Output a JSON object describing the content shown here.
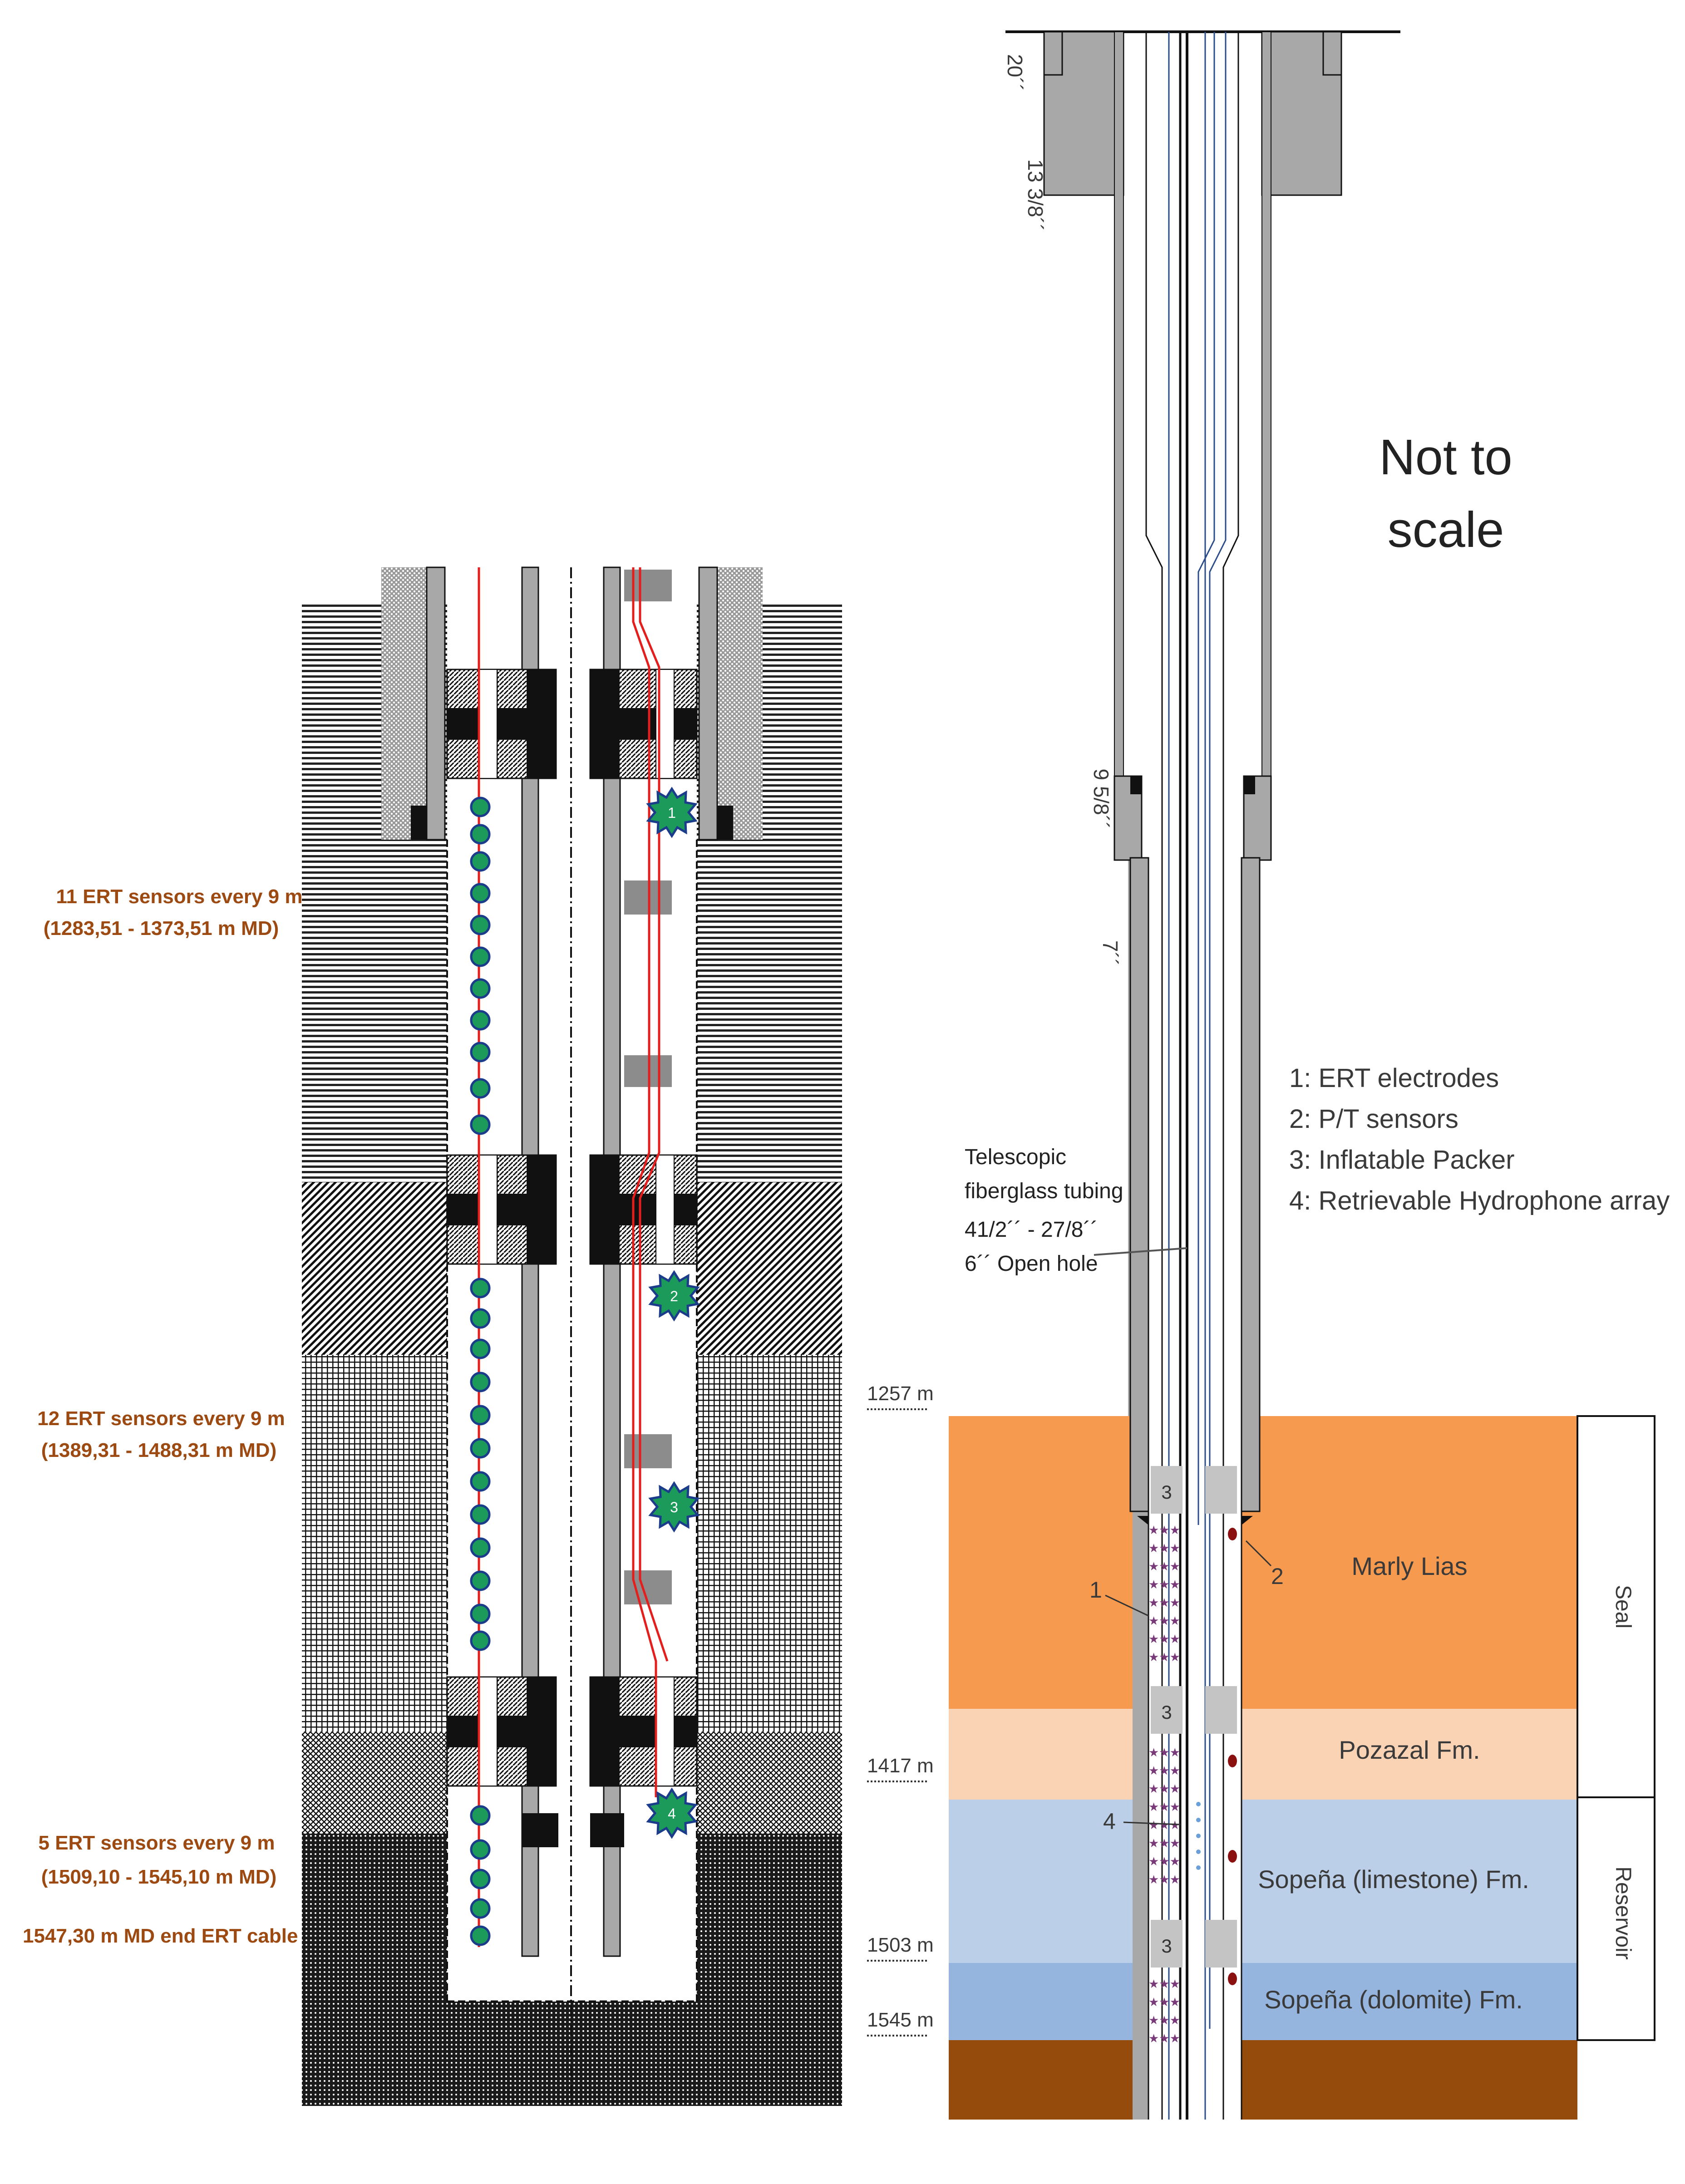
{
  "not_to_scale": [
    "Not to",
    "scale"
  ],
  "casing_labels": [
    "20´´",
    "13 3/8´´",
    "9 5/8´´",
    "7´´"
  ],
  "ert_labels": [
    {
      "line1": "11 ERT sensors every 9 m",
      "line2": "(1283,51 - 1373,51 m MD)"
    },
    {
      "line1": "12 ERT sensors every 9 m",
      "line2": "(1389,31 - 1488,31 m MD)"
    },
    {
      "line1": "5 ERT sensors every 9 m",
      "line2": "(1509,10 - 1545,10 m MD)"
    }
  ],
  "ert_end_label": "1547,30 m MD end ERT cable",
  "legend": [
    "1: ERT electrodes",
    "2: P/T sensors",
    "3: Inflatable Packer",
    "4: Retrievable Hydrophone array"
  ],
  "tubing_label": [
    "Telescopic",
    "fiberglass tubing",
    "41/2´´ - 27/8´´",
    "6´´ Open hole"
  ],
  "depth_labels": [
    "1257 m",
    "1417 m",
    "1503 m",
    "1545 m"
  ],
  "formations": [
    {
      "name": "Marly Lias",
      "color": "#f59a4e"
    },
    {
      "name": "Pozazal Fm.",
      "color": "#fad2b4"
    },
    {
      "name": "Sopeña (limestone) Fm.",
      "color": "#bccfe8"
    },
    {
      "name": "Sopeña (dolomite) Fm.",
      "color": "#95b5df"
    },
    {
      "name": "",
      "color": "#954b0c"
    }
  ],
  "zone_labels": [
    "Seal",
    "Reservoir"
  ],
  "packer_label": "3",
  "callout_numbers": [
    "1",
    "2",
    "4"
  ],
  "marker_numbers": [
    "1",
    "2",
    "3",
    "4"
  ],
  "colors": {
    "ert_text": "#9c4a12",
    "cable": "#e41d1d",
    "sensor": "#1c9a5a",
    "casing": "#a8a8a8"
  }
}
